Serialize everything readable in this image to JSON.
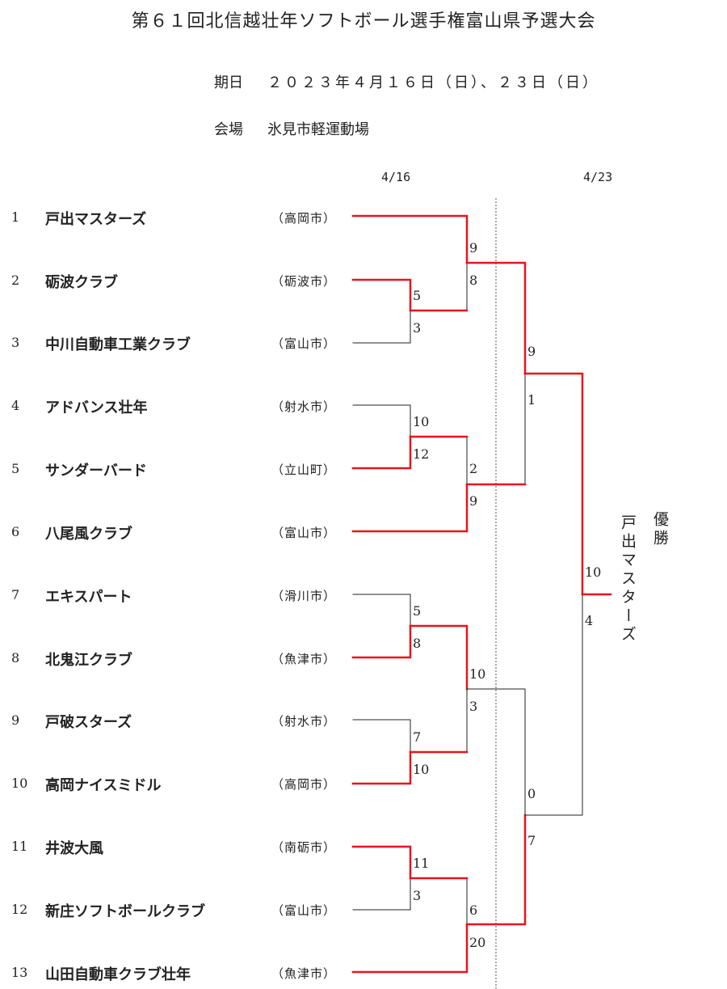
{
  "title": "第６１回北信越壮年ソフトボール選手権富山県予選大会",
  "schedule": {
    "label": "期日",
    "value": "２０２３年４月１６日（日）、２３日（日）"
  },
  "venue": {
    "label": "会場",
    "value": "氷見市軽運動場"
  },
  "round_dates": [
    "4/16",
    "4/23"
  ],
  "teams": [
    {
      "no": "1",
      "name": "戸出マスターズ",
      "city": "（高岡市）"
    },
    {
      "no": "2",
      "name": "砺波クラブ",
      "city": "（砺波市）"
    },
    {
      "no": "3",
      "name": "中川自動車工業クラブ",
      "city": "（富山市）"
    },
    {
      "no": "4",
      "name": "アドバンス壮年",
      "city": "（射水市）"
    },
    {
      "no": "5",
      "name": "サンダーバード",
      "city": "（立山町）"
    },
    {
      "no": "6",
      "name": "八尾風クラブ",
      "city": "（富山市）"
    },
    {
      "no": "7",
      "name": "エキスパート",
      "city": "（滑川市）"
    },
    {
      "no": "8",
      "name": "北鬼江クラブ",
      "city": "（魚津市）"
    },
    {
      "no": "9",
      "name": "戸破スターズ",
      "city": "（射水市）"
    },
    {
      "no": "10",
      "name": "高岡ナイスミドル",
      "city": "（高岡市）"
    },
    {
      "no": "11",
      "name": "井波大風",
      "city": "（南砺市）"
    },
    {
      "no": "12",
      "name": "新庄ソフトボールクラブ",
      "city": "（富山市）"
    },
    {
      "no": "13",
      "name": "山田自動車クラブ壮年",
      "city": "（魚津市）"
    }
  ],
  "scores": {
    "m1": [
      "5",
      "3"
    ],
    "m2": [
      "10",
      "12"
    ],
    "m3": [
      "5",
      "8"
    ],
    "m4": [
      "7",
      "10"
    ],
    "m5": [
      "11",
      "3"
    ],
    "m6": [
      "9",
      "8"
    ],
    "m7": [
      "2",
      "9"
    ],
    "m8": [
      "10",
      "3"
    ],
    "m9": [
      "6",
      "20"
    ],
    "m10": [
      "9",
      "1"
    ],
    "m11": [
      "0",
      "7"
    ],
    "final": [
      "10",
      "4"
    ]
  },
  "champion": {
    "label": "優勝",
    "name": "戸出マスターズ"
  },
  "colors": {
    "win": "#e8141b",
    "lose": "#222222",
    "divider": "#555555"
  }
}
